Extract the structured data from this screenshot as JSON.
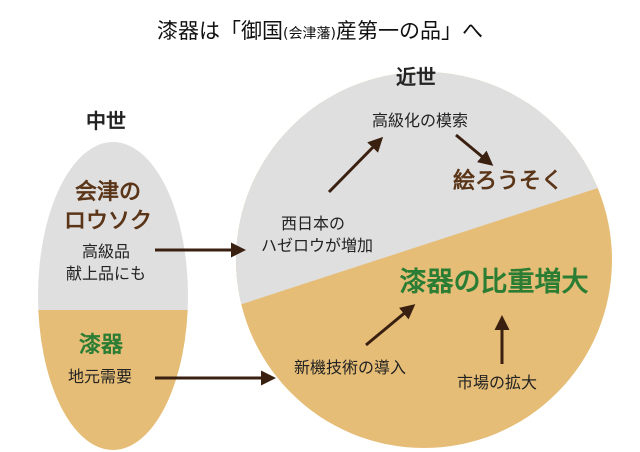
{
  "title": {
    "prefix": "漆器は「御国",
    "paren": "(会津藩)",
    "suffix": "産第一の品」へ"
  },
  "medieval": {
    "heading": "中世",
    "candle_title_line1": "会津の",
    "candle_title_line2": "ロウソク",
    "candle_note_line1": "高級品",
    "candle_note_line2": "献上品にも",
    "lacquer_title": "漆器",
    "lacquer_note": "地元需要"
  },
  "early_modern": {
    "heading": "近世",
    "west_line1": "西日本の",
    "west_line2": "ハゼロウが増加",
    "luxury_search": "高級化の模索",
    "painted_candle": "絵ろうそく",
    "lacquer_growth": "漆器の比重増大",
    "new_tech": "新機技術の導入",
    "market_expansion": "市場の拡大"
  },
  "colors": {
    "gray_region": "#e0dfdf",
    "tan_region": "#e6bd76",
    "brown_text": "#5a3518",
    "green_text": "#2c7d34",
    "arrow": "#3a2010"
  }
}
